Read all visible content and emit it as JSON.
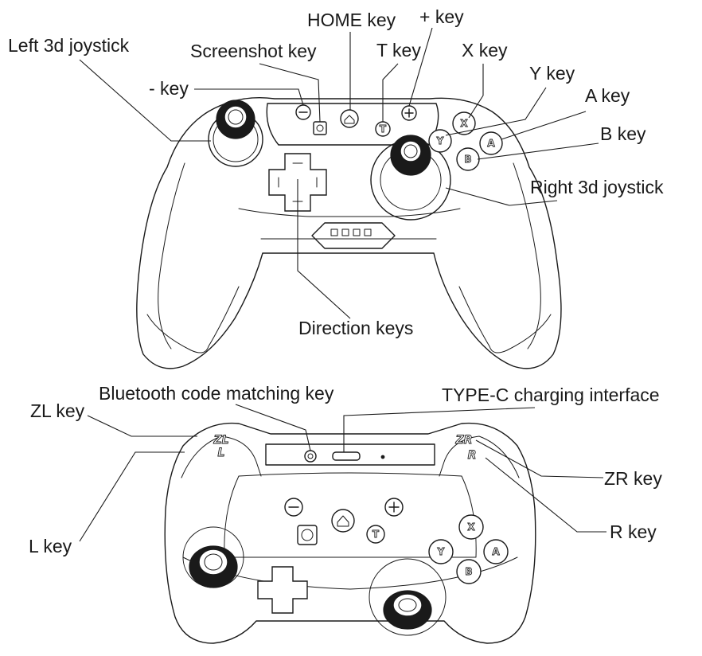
{
  "labels": {
    "home_key": "HOME key",
    "plus_key": "+ key",
    "left_3d_joystick": "Left 3d joystick",
    "screenshot_key": "Screenshot key",
    "t_key": "T key",
    "x_key": "X key",
    "y_key": "Y key",
    "minus_key": "- key",
    "a_key": "A key",
    "b_key": "B key",
    "right_3d_joystick": "Right 3d joystick",
    "direction_keys": "Direction keys",
    "bluetooth_code_matching_key": "Bluetooth code matching key",
    "type_c_charging_interface": "TYPE-C charging interface",
    "zl_key": "ZL key",
    "zr_key": "ZR key",
    "l_key": "L key",
    "r_key": "R key"
  },
  "button_glyphs": {
    "x": "X",
    "y": "Y",
    "a": "A",
    "b": "B",
    "t": "T",
    "minus": "−",
    "plus": "+",
    "zl": "ZL",
    "zr": "ZR",
    "l": "L",
    "r": "R"
  },
  "colors": {
    "line": "#1a1a1a",
    "background": "#ffffff"
  }
}
